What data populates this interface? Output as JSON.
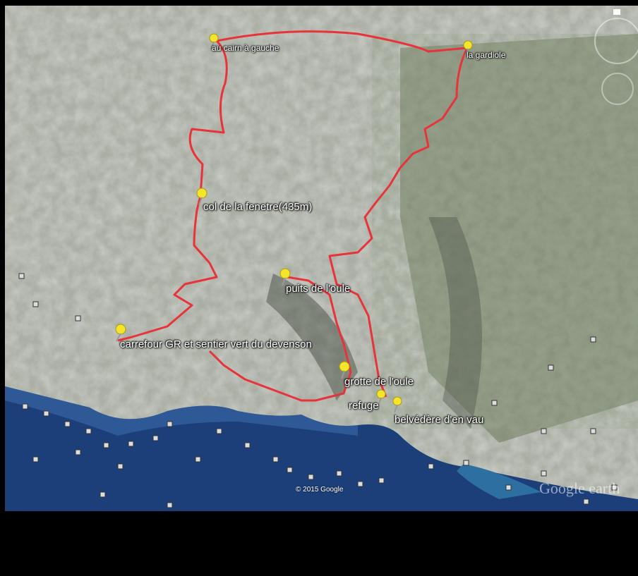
{
  "markers": [
    {
      "id": "au-cairn",
      "label": "au cairn à gauche"
    },
    {
      "id": "la-gardiole",
      "label": "la gardiole"
    },
    {
      "id": "col-fenetre",
      "label": "col de la fenetre(435m)"
    },
    {
      "id": "puits-oule",
      "label": "puits de l'oule"
    },
    {
      "id": "carrefour",
      "label": "carrefour GR et sentier vert du devenson"
    },
    {
      "id": "grotte-oule",
      "label": "grotte de l'oule"
    },
    {
      "id": "refuge",
      "label": "refuge"
    },
    {
      "id": "belvedere",
      "label": "belvédère d'en vau"
    }
  ],
  "copyright": "© 2015 Google",
  "brand": "Google earth",
  "colors": {
    "route": "#e8333a",
    "pin": "#f5e52a",
    "sea": "#1c3f7a",
    "land": "#b9bcb4"
  }
}
